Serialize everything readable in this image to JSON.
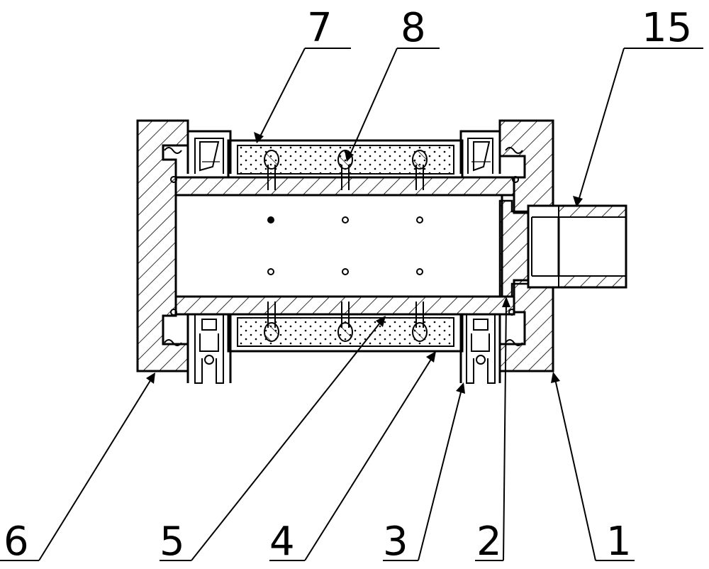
{
  "labels": {
    "l7": "7",
    "l8": "8",
    "l15": "15",
    "l6": "6",
    "l5": "5",
    "l4": "4",
    "l3": "3",
    "l2": "2",
    "l1": "1"
  }
}
